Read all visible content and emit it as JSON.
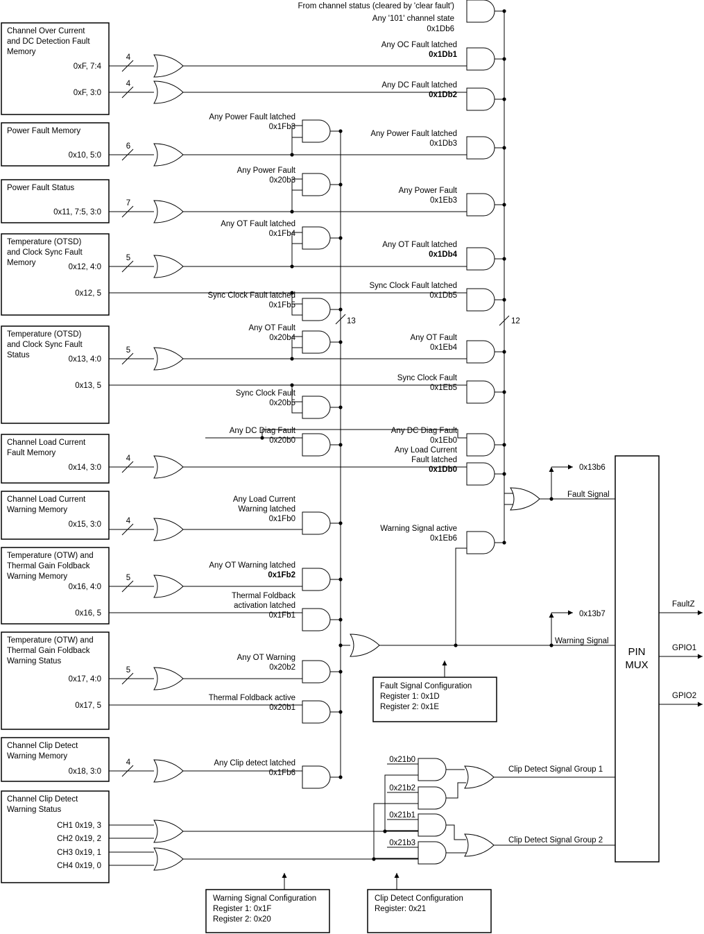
{
  "sources": [
    {
      "lines": [
        "Channel Over Current",
        "and DC Detection Fault",
        "Memory"
      ],
      "sub": [
        "0xF, 7:4",
        "0xF, 3:0"
      ],
      "buses": [
        "4",
        "4"
      ]
    },
    {
      "lines": [
        "Power Fault Memory"
      ],
      "sub": [
        "0x10, 5:0"
      ],
      "buses": [
        "6"
      ]
    },
    {
      "lines": [
        "Power Fault Status"
      ],
      "sub": [
        "0x11, 7:5, 3:0"
      ],
      "buses": [
        "7"
      ]
    },
    {
      "lines": [
        "Temperature (OTSD)",
        "and Clock Sync Fault",
        "Memory"
      ],
      "sub": [
        "0x12, 4:0",
        "0x12, 5"
      ],
      "buses": [
        "5"
      ]
    },
    {
      "lines": [
        "Temperature (OTSD)",
        "and Clock Sync Fault",
        "Status"
      ],
      "sub": [
        "0x13, 4:0",
        "0x13, 5"
      ],
      "buses": [
        "5"
      ]
    },
    {
      "lines": [
        "Channel Load Current",
        "Fault Memory"
      ],
      "sub": [
        "0x14, 3:0"
      ],
      "buses": [
        "4"
      ]
    },
    {
      "lines": [
        "Channel Load Current",
        "Warning Memory"
      ],
      "sub": [
        "0x15, 3:0"
      ],
      "buses": [
        "4"
      ]
    },
    {
      "lines": [
        "Temperature (OTW) and",
        "Thermal Gain Foldback",
        "Warning Memory"
      ],
      "sub": [
        "0x16, 4:0",
        "0x16, 5"
      ],
      "buses": [
        "5"
      ]
    },
    {
      "lines": [
        "Temperature (OTW) and",
        "Thermal Gain Foldback",
        "Warning Status"
      ],
      "sub": [
        "0x17, 4:0",
        "0x17, 5"
      ],
      "buses": [
        "5"
      ]
    },
    {
      "lines": [
        "Channel Clip Detect",
        "Warning Memory"
      ],
      "sub": [
        "0x18, 3:0"
      ],
      "buses": [
        "4"
      ]
    },
    {
      "lines": [
        "Channel Clip Detect",
        "Warning Status"
      ],
      "sub": [
        "CH1 0x19, 3",
        "CH2 0x19, 2",
        "CH3 0x19, 1",
        "CH4 0x19, 0"
      ],
      "buses": []
    }
  ],
  "warning_gates": [
    {
      "name": "Any Power Fault latched",
      "reg": "0x1Fb3",
      "bold": false
    },
    {
      "name": "Any Power Fault",
      "reg": "0x20b3",
      "bold": false
    },
    {
      "name": "Any OT Fault latched",
      "reg": "0x1Fb4",
      "bold": false
    },
    {
      "name": "Sync Clock Fault latched",
      "reg": "0x1Fb5",
      "bold": false
    },
    {
      "name": "Any OT Fault",
      "reg": "0x20b4",
      "bold": false
    },
    {
      "name": "Sync Clock Fault",
      "reg": "0x20b5",
      "bold": false
    },
    {
      "name": "Any DC Diag Fault",
      "reg": "0x20b0",
      "bold": false
    },
    {
      "name": "Any Load Current Warning latched",
      "lines": [
        "Any Load Current",
        "Warning latched"
      ],
      "reg": "0x1Fb0",
      "bold": false
    },
    {
      "name": "Any OT Warning latched",
      "reg": "0x1Fb2",
      "bold": true
    },
    {
      "name": "Thermal Foldback activation latched",
      "lines": [
        "Thermal Foldback",
        "activation latched"
      ],
      "reg": "0x1Fb1",
      "bold": false
    },
    {
      "name": "Any OT Warning",
      "reg": "0x20b2",
      "bold": false
    },
    {
      "name": "Thermal Foldback active",
      "reg": "0x20b1",
      "bold": false
    },
    {
      "name": "Any Clip detect latched",
      "reg": "0x1Fb6",
      "bold": false
    }
  ],
  "fault_gates": [
    {
      "lines": [
        "From channel status (cleared by 'clear fault')",
        "Any '101' channel state"
      ],
      "reg": "0x1Db6",
      "bold": false
    },
    {
      "lines": [
        "Any OC Fault latched"
      ],
      "reg": "0x1Db1",
      "bold": true
    },
    {
      "lines": [
        "Any DC Fault latched"
      ],
      "reg": "0x1Db2",
      "bold": true
    },
    {
      "lines": [
        "Any Power Fault latched"
      ],
      "reg": "0x1Db3",
      "bold": false
    },
    {
      "lines": [
        "Any Power Fault"
      ],
      "reg": "0x1Eb3",
      "bold": false
    },
    {
      "lines": [
        "Any OT Fault latched"
      ],
      "reg": "0x1Db4",
      "bold": true
    },
    {
      "lines": [
        "Sync Clock Fault latched"
      ],
      "reg": "0x1Db5",
      "bold": false
    },
    {
      "lines": [
        "Any OT Fault"
      ],
      "reg": "0x1Eb4",
      "bold": false
    },
    {
      "lines": [
        "Sync Clock Fault"
      ],
      "reg": "0x1Eb5",
      "bold": false
    },
    {
      "lines": [
        "Any DC Diag Fault"
      ],
      "reg": "0x1Eb0",
      "bold": false
    },
    {
      "lines": [
        "Any Load Current",
        "Fault latched"
      ],
      "reg": "0x1Db0",
      "bold": true
    },
    {
      "lines": [
        "Warning Signal active"
      ],
      "reg": "0x1Eb6",
      "bold": false
    }
  ],
  "bus_labels": {
    "warning": "13",
    "fault": "12"
  },
  "signals": {
    "fault": "Fault Signal",
    "warning": "Warning Signal",
    "fault_reg": "0x13b6",
    "warning_reg": "0x13b7",
    "clip1": "Clip Detect Signal Group 1",
    "clip2": "Clip Detect Signal Group 2"
  },
  "clip_regs": [
    "0x21b0",
    "0x21b2",
    "0x21b1",
    "0x21b3"
  ],
  "pin_mux": {
    "lines": [
      "PIN",
      "MUX"
    ],
    "outputs": [
      "FaultZ",
      "GPIO1",
      "GPIO2"
    ]
  },
  "config_boxes": [
    {
      "title": "Fault Signal Configuration",
      "lines": [
        "Register 1: 0x1D",
        "Register 2: 0x1E"
      ]
    },
    {
      "title": "Warning Signal Configuration",
      "lines": [
        "Register 1: 0x1F",
        "Register 2: 0x20"
      ]
    },
    {
      "title": "Clip Detect Configuration",
      "lines": [
        "Register: 0x21"
      ]
    }
  ]
}
